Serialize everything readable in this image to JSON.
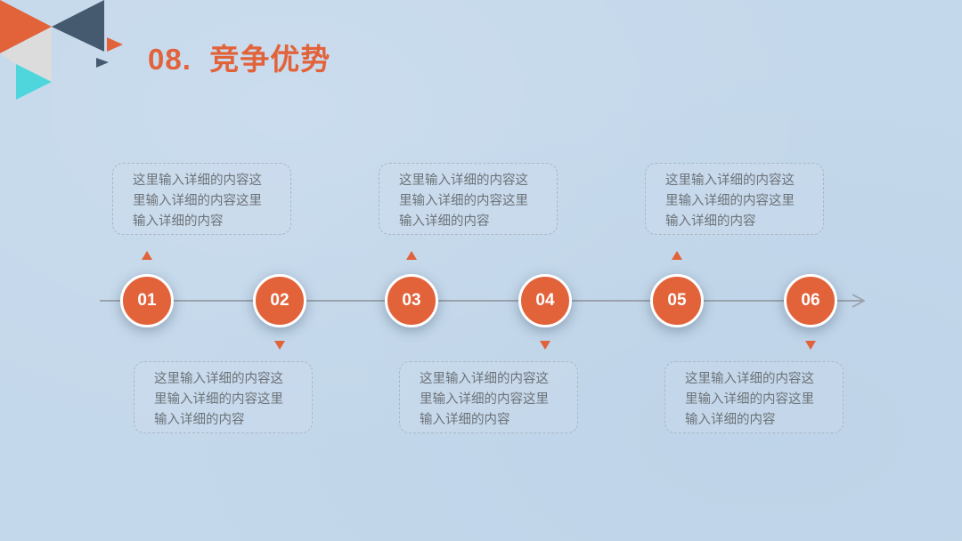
{
  "header": {
    "title": "08.  竞争优势"
  },
  "colors": {
    "accent": "#e2623a",
    "navy": "#455a6e",
    "cyan": "#4fd6dc",
    "light_gray": "#dcdcdc",
    "background": "#c4d8eb",
    "text": "#6d7378"
  },
  "timeline": {
    "nodes": [
      {
        "label": "01",
        "position": "top",
        "text_lines": [
          "这里输入详细的内容这",
          "里输入详细的内容这里",
          "输入详细的内容"
        ]
      },
      {
        "label": "02",
        "position": "bottom",
        "text_lines": [
          "这里输入详细的内容这",
          "里输入详细的内容这里",
          "输入详细的内容"
        ]
      },
      {
        "label": "03",
        "position": "top",
        "text_lines": [
          "这里输入详细的内容这",
          "里输入详细的内容这里",
          "输入详细的内容"
        ]
      },
      {
        "label": "04",
        "position": "bottom",
        "text_lines": [
          "这里输入详细的内容这",
          "里输入详细的内容这里",
          "输入详细的内容"
        ]
      },
      {
        "label": "05",
        "position": "top",
        "text_lines": [
          "这里输入详细的内容这",
          "里输入详细的内容这里",
          "输入详细的内容"
        ]
      },
      {
        "label": "06",
        "position": "bottom",
        "text_lines": [
          "这里输入详细的内容这",
          "里输入详细的内容这里",
          "输入详细的内容"
        ]
      }
    ]
  }
}
